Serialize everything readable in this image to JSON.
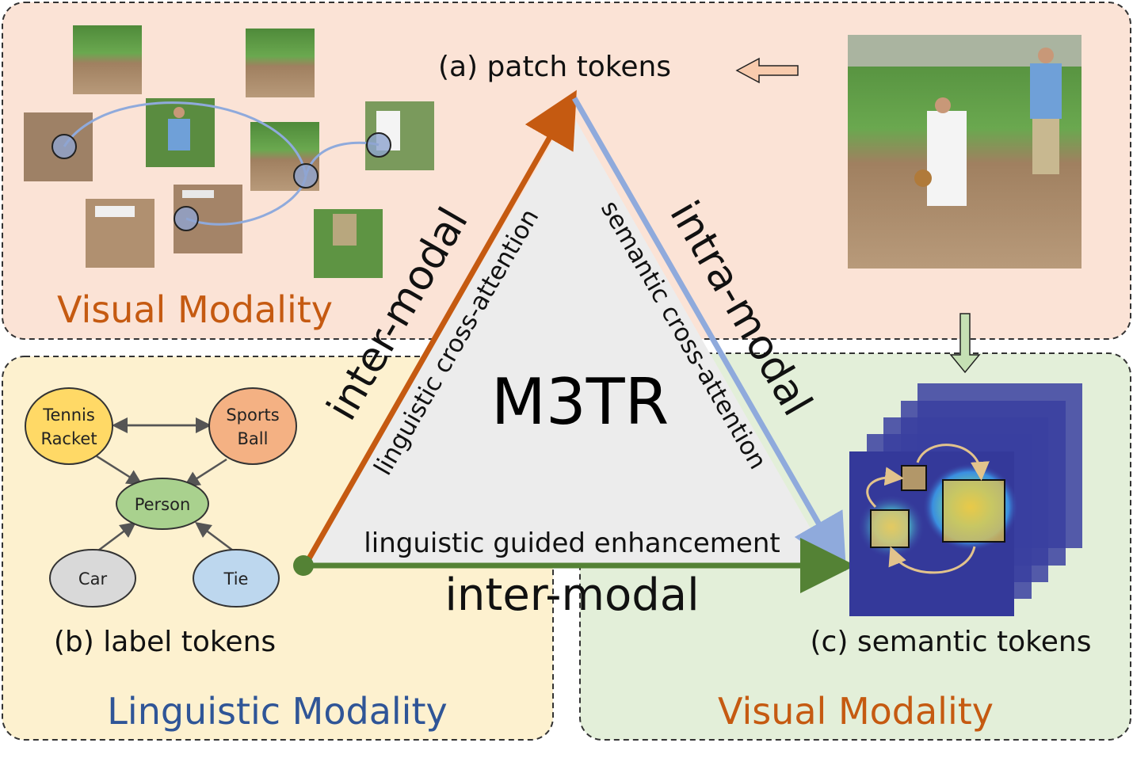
{
  "center_label": "M3TR",
  "patch_tokens": "(a) patch tokens",
  "label_tokens": "(b) label tokens",
  "semantic_tokens": "(c) semantic tokens",
  "visual_modality_top": "Visual Modality",
  "visual_modality_bottom": "Visual Modality",
  "linguistic_modality": "Linguistic Modality",
  "left_edge_outer": "inter-modal",
  "left_edge_inner": "linguistic cross-attention",
  "right_edge_outer": "intra-modal",
  "right_edge_inner": "semantic cross-attention",
  "bottom_edge_inner": "linguistic guided enhancement",
  "bottom_edge_outer": "inter-modal",
  "graph_nodes": {
    "tennis_line1": "Tennis",
    "tennis_line2": "Racket",
    "sports_line1": "Sports",
    "sports_line2": "Ball",
    "person": "Person",
    "car": "Car",
    "tie": "Tie"
  },
  "colors": {
    "visual_panel": "#fbe3d6",
    "linguistic_panel": "#fdf1cf",
    "semantic_panel": "#e3efd9",
    "edge_left": "#c55a11",
    "edge_right": "#8faadc",
    "edge_bottom": "#548235",
    "visual_text": "#c55a11",
    "linguistic_text": "#2f5597"
  }
}
